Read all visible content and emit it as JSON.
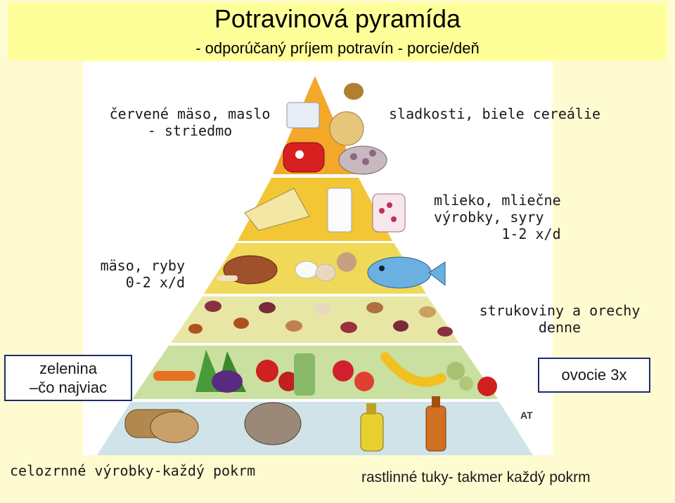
{
  "title": "Potravinová pyramída",
  "subtitle": "- odporúčaný príjem potravín - porcie/deň",
  "labels": {
    "red_meat_line1": "červené mäso, maslo",
    "red_meat_line2": "- striedmo",
    "sweets": "sladkosti, biele cereálie",
    "dairy_line1": "mlieko, mliečne",
    "dairy_line2": "výrobky, syry",
    "dairy_line3": "1-2 x/d",
    "meat_fish_line1": "mäso, ryby",
    "meat_fish_line2": "0-2 x/d",
    "legumes_line1": "strukoviny a orechy",
    "legumes_line2": "denne",
    "vegetables_line1": "zelenina",
    "vegetables_line2": "–čo najviac",
    "fruit": "ovocie 3x",
    "wholegrain": "celozrnné výrobky-každý pokrm",
    "oils": "rastlinné tuky- takmer každý pokrm"
  },
  "watermark": "AT",
  "colors": {
    "background": "#fffbd0",
    "title_box": "#ffff99",
    "tier_top": "#f3a82a",
    "tier_2": "#f2c634",
    "tier_3": "#f0d858",
    "tier_4": "#e8e6a4",
    "tier_5": "#c9e0a0",
    "tier_6": "#cfe3e8",
    "box_border": "#1e2a6b"
  }
}
